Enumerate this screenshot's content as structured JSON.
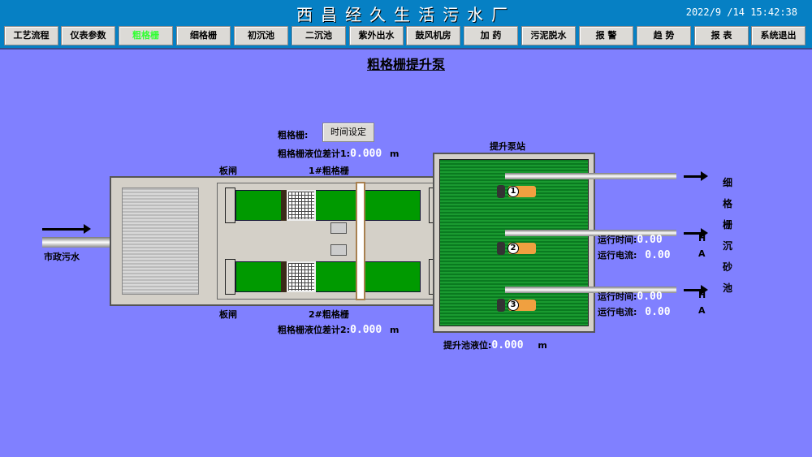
{
  "header": {
    "title": "西昌经久生活污水厂",
    "datetime": "2022/9 /14 15:42:38"
  },
  "nav": [
    {
      "label": "工艺流程"
    },
    {
      "label": "仪表参数"
    },
    {
      "label": "粗格栅",
      "active": true
    },
    {
      "label": "细格栅"
    },
    {
      "label": "初沉池"
    },
    {
      "label": "二沉池"
    },
    {
      "label": "紫外出水"
    },
    {
      "label": "鼓风机房"
    },
    {
      "label": "加 药"
    },
    {
      "label": "污泥脱水"
    },
    {
      "label": "报 警"
    },
    {
      "label": "趋 势"
    },
    {
      "label": "报 表"
    },
    {
      "label": "系统退出"
    }
  ],
  "page_title": "粗格栅提升泵",
  "grating": {
    "label": "粗格栅:",
    "time_button": "时间设定",
    "diff1_label": "粗格栅液位差计1:",
    "diff1_value": "0.000",
    "diff1_unit": "m",
    "diff2_label": "粗格栅液位差计2:",
    "diff2_value": "0.000",
    "diff2_unit": "m",
    "gate_top": "板闸",
    "gate_bottom": "板闸",
    "screen1": "1#粗格栅",
    "screen2": "2#粗格栅",
    "inlet": "市政污水"
  },
  "station": {
    "label": "提升泵站",
    "level_label": "提升池液位:",
    "level_value": "0.000",
    "level_unit": "m",
    "outlet": "细格栅沉砂池",
    "pumps": [
      {
        "num": "1"
      },
      {
        "num": "2",
        "runtime_label": "运行时间:",
        "runtime": "0.00",
        "runtime_unit": "H",
        "current_label": "运行电流:",
        "current": "0.00",
        "current_unit": "A"
      },
      {
        "num": "3",
        "runtime_label": "运行时间:",
        "runtime": "0.00",
        "runtime_unit": "H",
        "current_label": "运行电流:",
        "current": "0.00",
        "current_unit": "A"
      }
    ]
  },
  "colors": {
    "background": "#8080ff",
    "header": "#0680c4",
    "water": "#009a00",
    "active_nav": "#33ff33"
  }
}
